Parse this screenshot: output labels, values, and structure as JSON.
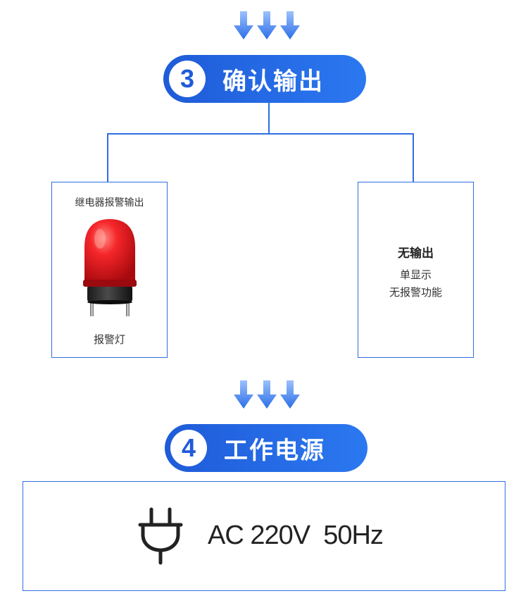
{
  "step3": {
    "number": "3",
    "title": "确认输出"
  },
  "relay_box": {
    "label": "继电器报警输出",
    "device_label": "报警灯"
  },
  "no_output_box": {
    "title": "无输出",
    "lines": [
      "单显示",
      "无报警功能"
    ]
  },
  "step4": {
    "number": "4",
    "title": "工作电源"
  },
  "power": {
    "spec": "AC 220V  50Hz"
  },
  "colors": {
    "accent": "#2B78F0",
    "accent_dark": "#1F5BD8",
    "border": "#2E6FE0",
    "lamp_red": "#E8141B"
  },
  "icons": [
    "down-arrows-icon",
    "alarm-lamp-image",
    "power-plug-icon"
  ]
}
